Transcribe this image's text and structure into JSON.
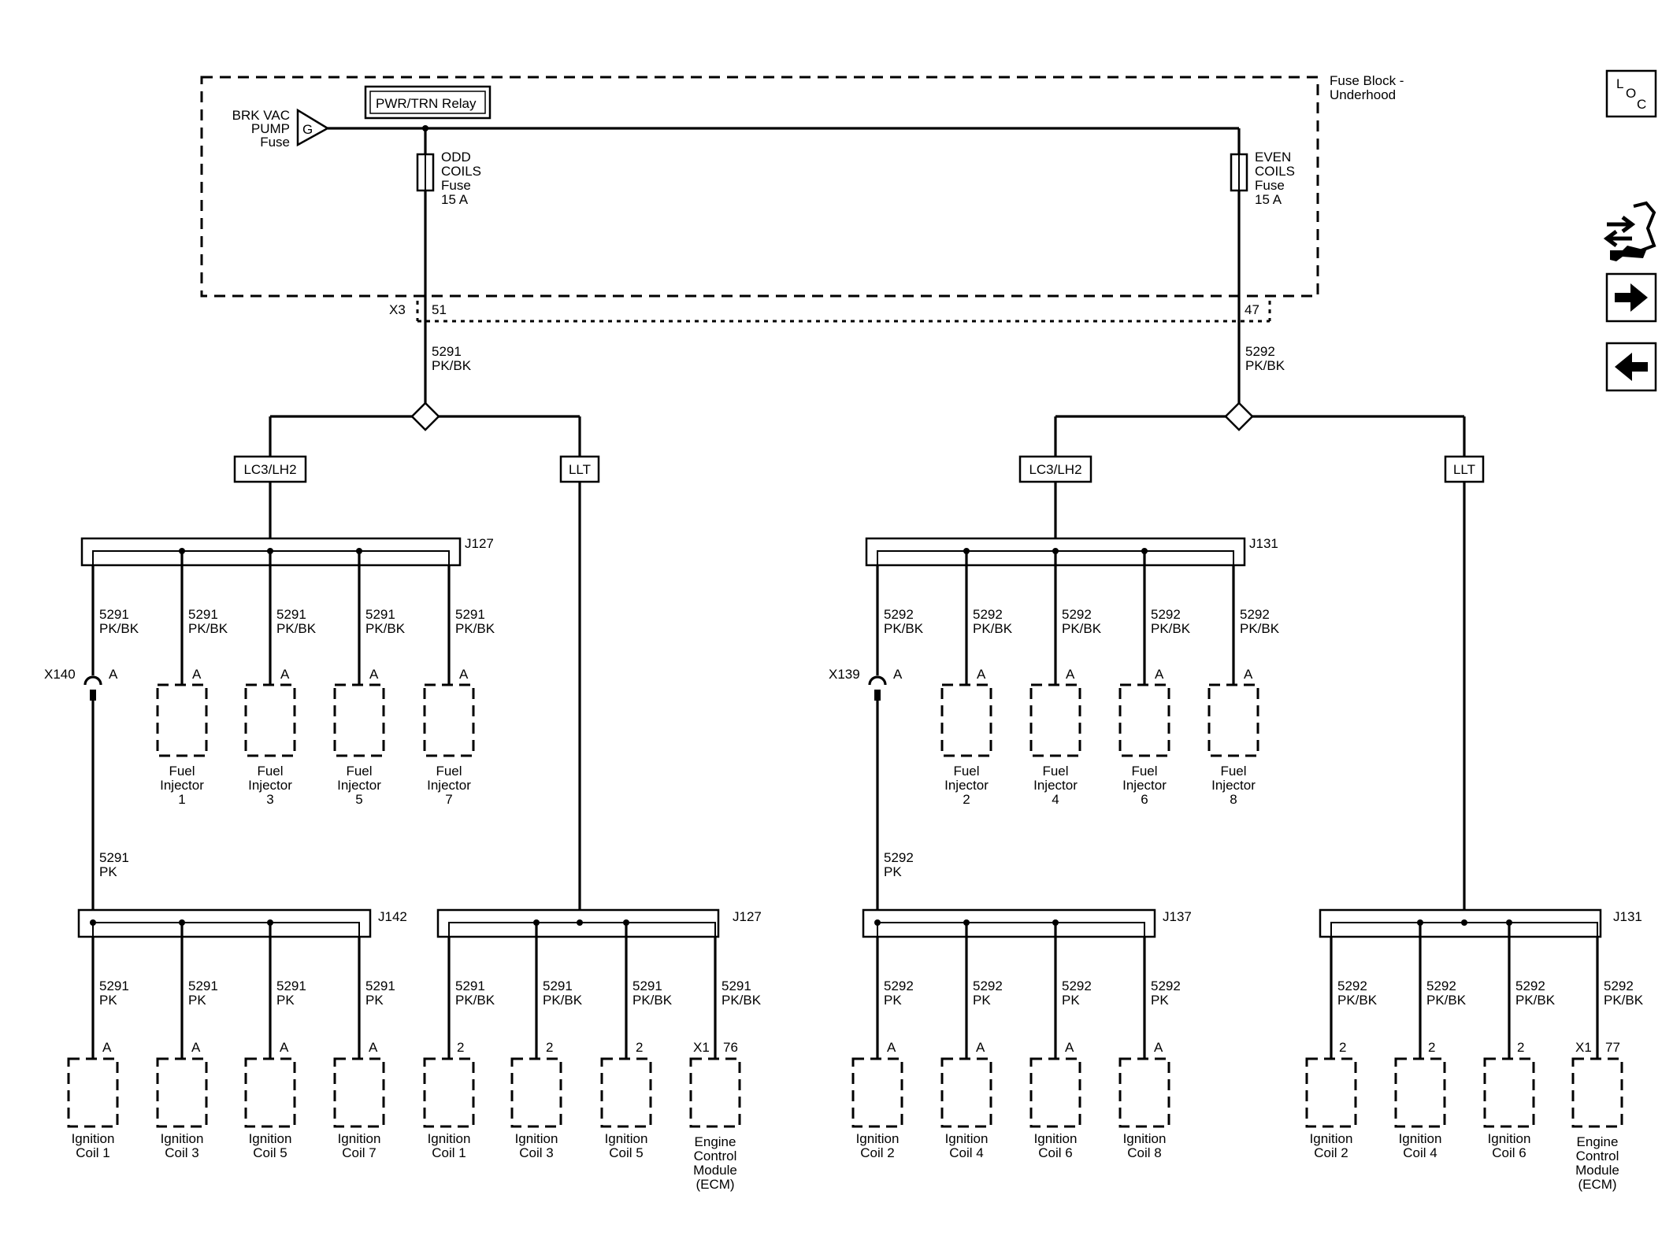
{
  "fuse_block": {
    "title_1": "Fuse Block -",
    "title_2": "Underhood"
  },
  "relay": {
    "label": "PWR/TRN Relay"
  },
  "source_fuse": {
    "label_1": "BRK VAC",
    "label_2": "PUMP",
    "label_3": "Fuse",
    "terminal": "G"
  },
  "odd_fuse": {
    "l1": "ODD",
    "l2": "COILS",
    "l3": "Fuse",
    "l4": "15 A"
  },
  "even_fuse": {
    "l1": "EVEN",
    "l2": "COILS",
    "l3": "Fuse",
    "l4": "15 A"
  },
  "connector_x3": {
    "name": "X3",
    "pin_left": "51",
    "pin_right": "47"
  },
  "feeds": {
    "left": {
      "circuit": "5291",
      "color": "PK/BK"
    },
    "right": {
      "circuit": "5292",
      "color": "PK/BK"
    }
  },
  "options": {
    "a": "LC3/LH2",
    "b": "LLT"
  },
  "splices": {
    "j127": "J127",
    "j131": "J131",
    "j142": "J142",
    "j137": "J137"
  },
  "inline": {
    "x140": "X140",
    "x139": "X139",
    "pin": "A"
  },
  "wire": {
    "c5291": "5291",
    "c5292": "5292",
    "pkbk": "PK/BK",
    "pk": "PK"
  },
  "pins": {
    "a": "A",
    "two": "2",
    "x1": "X1",
    "p76": "76",
    "p77": "77"
  },
  "injectors": {
    "word1": "Fuel",
    "word2": "Injector",
    "left": [
      "1",
      "3",
      "5",
      "7"
    ],
    "right": [
      "2",
      "4",
      "6",
      "8"
    ]
  },
  "coils": {
    "word": "Ignition",
    "left_a": [
      "Coil 1",
      "Coil 3",
      "Coil 5",
      "Coil 7"
    ],
    "left_b": [
      "Coil 1",
      "Coil 3",
      "Coil 5"
    ],
    "right_a": [
      "Coil 2",
      "Coil 4",
      "Coil 6",
      "Coil 8"
    ],
    "right_b": [
      "Coil 2",
      "Coil 4",
      "Coil 6"
    ]
  },
  "ecm": {
    "l1": "Engine",
    "l2": "Control",
    "l3": "Module",
    "l4": "(ECM)"
  },
  "nav": {
    "loc_l": "L",
    "loc_o": "O",
    "loc_c": "C"
  },
  "icons": [
    "loc-icon",
    "component-view-icon",
    "next-arrow-icon",
    "previous-arrow-icon"
  ]
}
